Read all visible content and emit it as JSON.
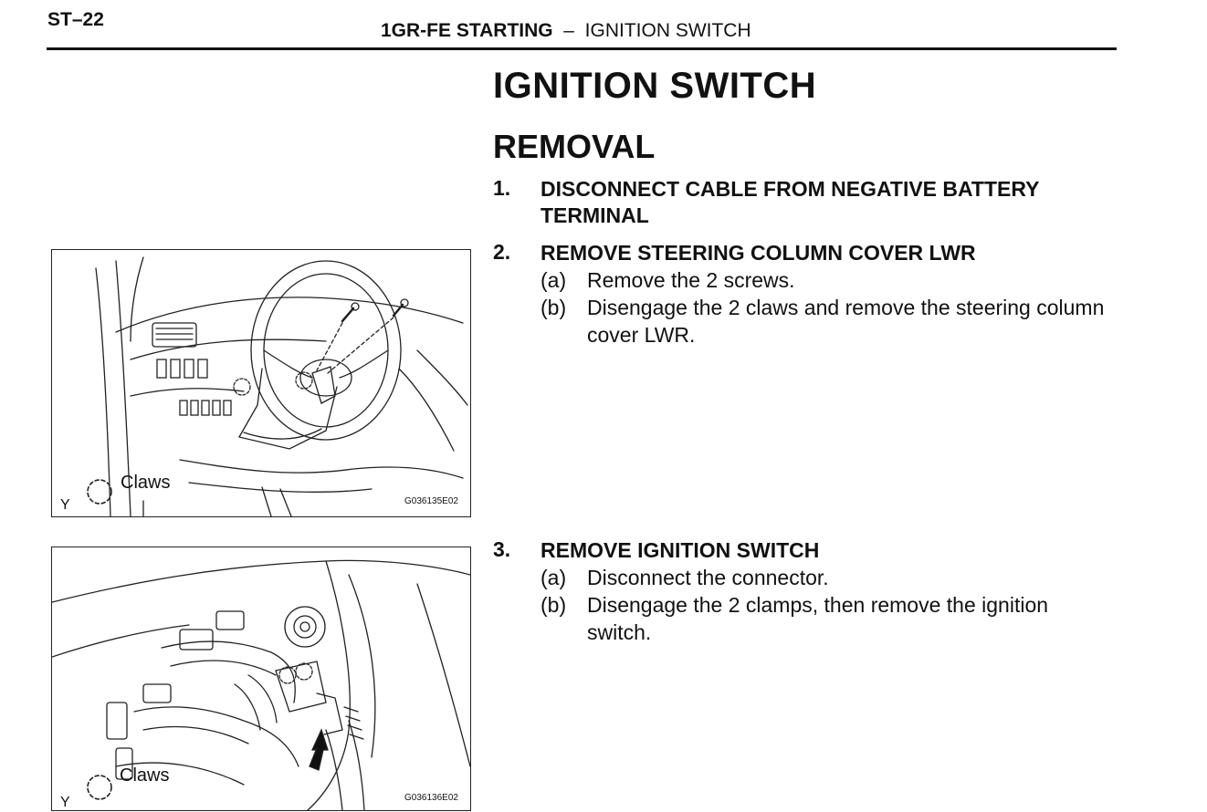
{
  "header": {
    "page_id": "ST–22",
    "section_bold": "1GR-FE STARTING",
    "separator": "–",
    "section_rest": "IGNITION SWITCH"
  },
  "doc": {
    "title": "IGNITION SWITCH",
    "subtitle": "REMOVAL",
    "steps": [
      {
        "num": "1.",
        "title": "DISCONNECT CABLE FROM NEGATIVE BATTERY TERMINAL",
        "subs": []
      },
      {
        "num": "2.",
        "title": "REMOVE STEERING COLUMN COVER LWR",
        "subs": [
          {
            "label": "(a)",
            "text": "Remove the 2 screws."
          },
          {
            "label": "(b)",
            "text": "Disengage the 2 claws and remove the steering column cover LWR."
          }
        ]
      },
      {
        "num": "3.",
        "title": "REMOVE IGNITION SWITCH",
        "subs": [
          {
            "label": "(a)",
            "text": "Disconnect the connector."
          },
          {
            "label": "(b)",
            "text": "Disengage the 2 clamps, then remove the ignition switch."
          }
        ]
      }
    ]
  },
  "figures": [
    {
      "legend": "Claws",
      "corner_mark": "Y",
      "code": "G036135E02"
    },
    {
      "legend": "Claws",
      "corner_mark": "Y",
      "code": "G036136E02"
    }
  ]
}
